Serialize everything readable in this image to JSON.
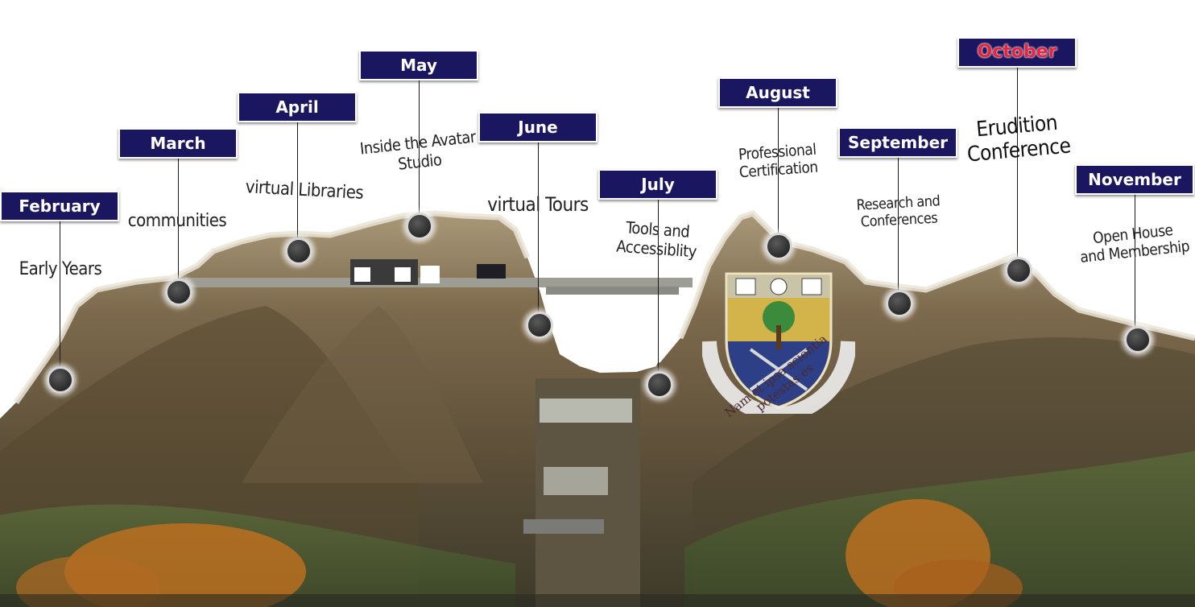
{
  "months": [
    {
      "month": "February",
      "label_lines": [
        "Early Years"
      ]
    },
    {
      "month": "March",
      "label_lines": [
        "communities"
      ]
    },
    {
      "month": "April",
      "label_lines": [
        "virtual Libraries"
      ]
    },
    {
      "month": "May",
      "label_lines": [
        "Inside the Avatar",
        "Studio"
      ]
    },
    {
      "month": "June",
      "label_lines": [
        "virtual Tours"
      ]
    },
    {
      "month": "July",
      "label_lines": [
        "Tools and",
        "Accessiblity"
      ]
    },
    {
      "month": "August",
      "label_lines": [
        "Professional",
        "Certification"
      ]
    },
    {
      "month": "September",
      "label_lines": [
        "Research and",
        "Conferences"
      ]
    },
    {
      "month": "October",
      "label_lines": [
        "Erudition",
        "Conference"
      ]
    },
    {
      "month": "November",
      "label_lines": [
        "Open House",
        "and Membership"
      ]
    }
  ],
  "crest": {
    "motto": "Nam et ipsa scientia potestas es"
  },
  "colors": {
    "banner": "#1b1660",
    "banner_text": "#ffffff",
    "highlight_text": "#e8233b",
    "mountain": "#6b5a40",
    "foliage": "#c9731e"
  }
}
